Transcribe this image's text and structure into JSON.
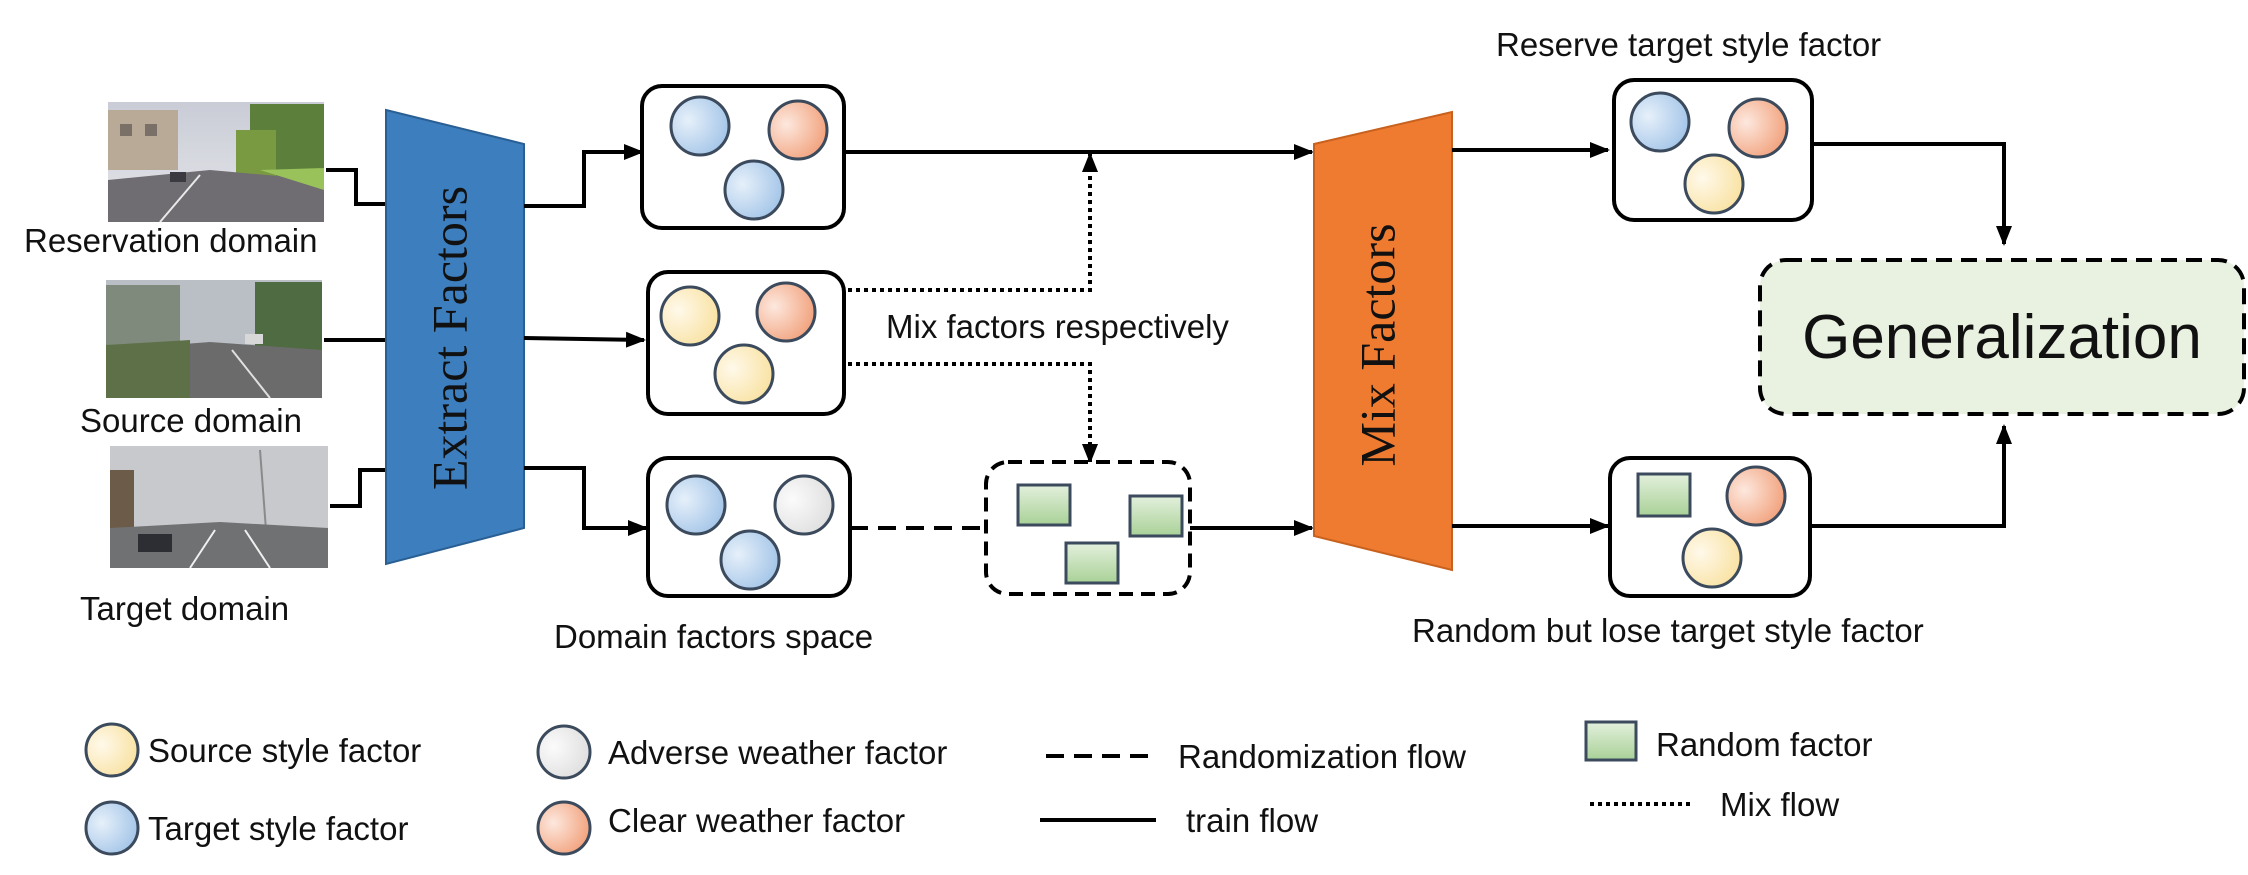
{
  "photos": {
    "reservation": "Reservation domain",
    "source": "Source domain",
    "target": "Target domain"
  },
  "modules": {
    "extract": "Extract Factors",
    "mix": "Mix Factors"
  },
  "labels": {
    "mix_respectively": "Mix factors respectively",
    "domain_space": "Domain factors space",
    "reserve_target": "Reserve target style factor",
    "random_lose": "Random but lose target style factor",
    "generalization": "Generalization"
  },
  "legend": {
    "source_style": "Source style factor",
    "target_style": "Target style factor",
    "adverse_weather": "Adverse weather factor",
    "clear_weather": "Clear weather factor",
    "randomization_flow": "Randomization flow",
    "train_flow": "train flow",
    "random_factor": "Random factor",
    "mix_flow": "Mix flow"
  },
  "colors": {
    "extract_module": "#3d7ebf",
    "mix_module": "#ee7b30",
    "target_style": "#a9c9ea",
    "source_style": "#fbe8ad",
    "clear_weather": "#f3a887",
    "adverse_weather": "#e8e8e8",
    "random_factor": "#b6d8a6",
    "generalization_fill": "#e9f2e1"
  }
}
